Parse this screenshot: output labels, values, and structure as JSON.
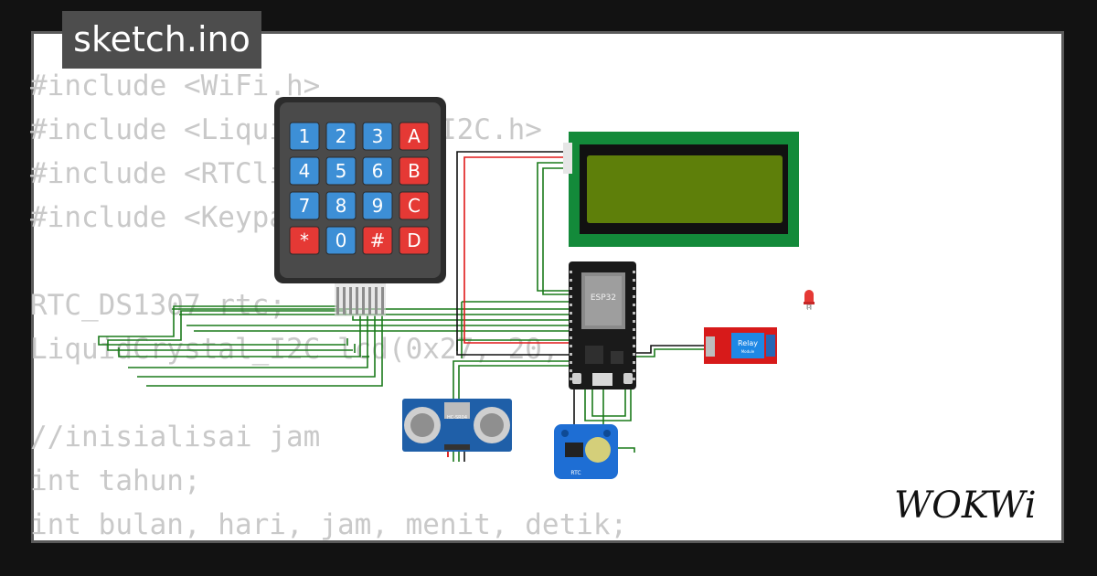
{
  "tab": {
    "filename": "sketch.ino"
  },
  "code": {
    "lines": [
      "#include <WiFi.h>",
      "#include <LiquidCrystal_I2C.h>",
      "#include <RTClib.h>",
      "#include <Keypad.h>",
      "",
      "RTC_DS1307 rtc;",
      "LiquidCrystal_I2C lcd(0x27, 20, 4);",
      "",
      "//inisialisai jam",
      "int tahun;",
      "int bulan, hari, jam, menit, detik;"
    ]
  },
  "keypad": {
    "keys": [
      "1",
      "2",
      "3",
      "A",
      "4",
      "5",
      "6",
      "B",
      "7",
      "8",
      "9",
      "C",
      "*",
      "0",
      "#",
      "D"
    ]
  },
  "esp32": {
    "label": "ESP32"
  },
  "relay": {
    "label": "Relay",
    "sublabel": "Module"
  },
  "ultrasonic": {
    "label": "HC-SR04"
  },
  "rtc": {
    "label": "RTC"
  },
  "led": {
    "label": "R"
  },
  "brand": {
    "logo": "WOKWi"
  },
  "colors": {
    "wire_green": "#1a7a1a",
    "wire_red": "#e01818",
    "wire_black": "#111111",
    "key_blue": "#3d8fd6",
    "key_red": "#e53935",
    "lcd_board": "#138a3a",
    "lcd_screen": "#5e7f0a"
  }
}
